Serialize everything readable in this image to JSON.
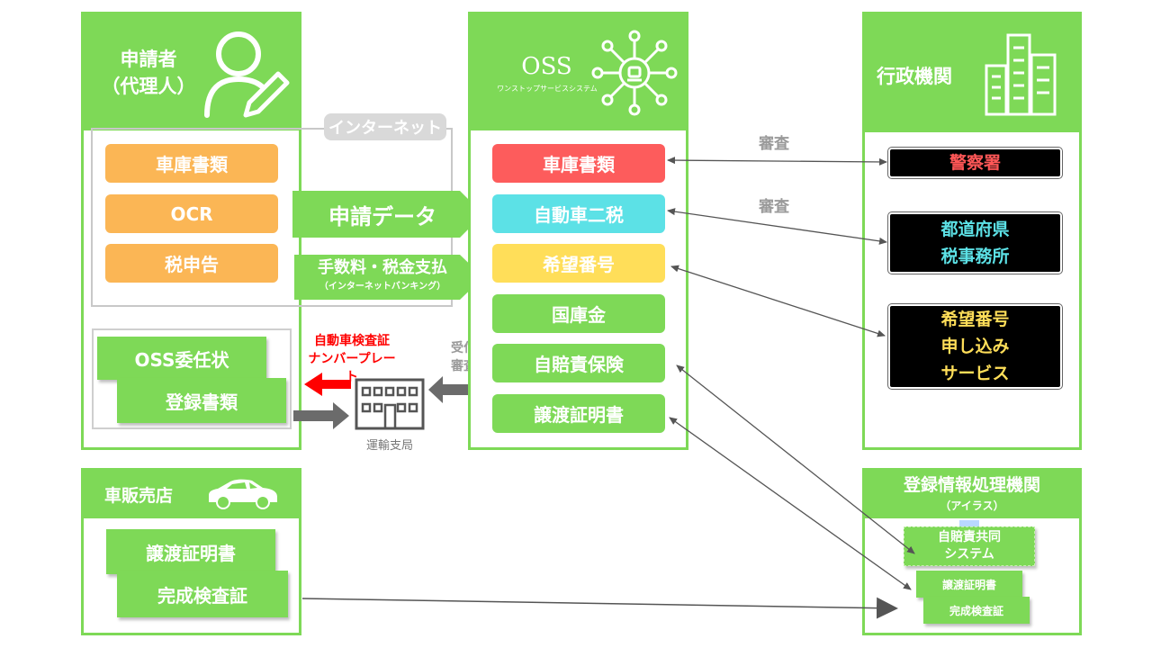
{
  "applicant": {
    "title_line1": "申請者",
    "title_line2": "（代理人）",
    "docs": [
      "車庫書類",
      "OCR",
      "税申告"
    ],
    "stickies": [
      "OSS委任状",
      "登録書類"
    ]
  },
  "internet_label": "インターネット",
  "arrow_application": "申請データ",
  "arrow_fee_line1": "手数料・税金支払",
  "arrow_fee_line2": "（インターネットバンキング）",
  "transport": {
    "red_line1": "自動車検査証",
    "red_line2": "ナンバープレート",
    "reception_line1": "受付",
    "reception_line2": "審査",
    "office_label": "運輸支局"
  },
  "oss": {
    "title": "OSS",
    "subtitle": "ワンストップサービスシステム",
    "items": [
      "車庫書類",
      "自動車二税",
      "希望番号",
      "国庫金",
      "自賠責保険",
      "譲渡証明書"
    ]
  },
  "review_labels": [
    "審査",
    "審査"
  ],
  "admin": {
    "title": "行政機関",
    "police": "警察署",
    "pref_line1": "都道府県",
    "pref_line2": "税事務所",
    "hope_line1": "希望番号",
    "hope_line2": "申し込み",
    "hope_line3": "サービス"
  },
  "dealer": {
    "title": "車販売店",
    "stickies": [
      "譲渡証明書",
      "完成検査証"
    ]
  },
  "registry": {
    "title": "登録情報処理機関",
    "subtitle": "（アイラス）",
    "system_line1": "自賠責共同",
    "system_line2": "システム",
    "stickies": [
      "譲渡証明書",
      "完成検査証"
    ]
  },
  "colors": {
    "green": "#7ed957",
    "orange": "#fbb655",
    "red": "#fd5c5c",
    "cyan": "#5ce1e6",
    "yellow": "#ffde59",
    "police_text": "#ff5757",
    "pref_text": "#5ce1e6",
    "hope_text": "#ffde59",
    "red_arrow": "#ff0000",
    "gray_arrow": "#6b6b6b"
  }
}
